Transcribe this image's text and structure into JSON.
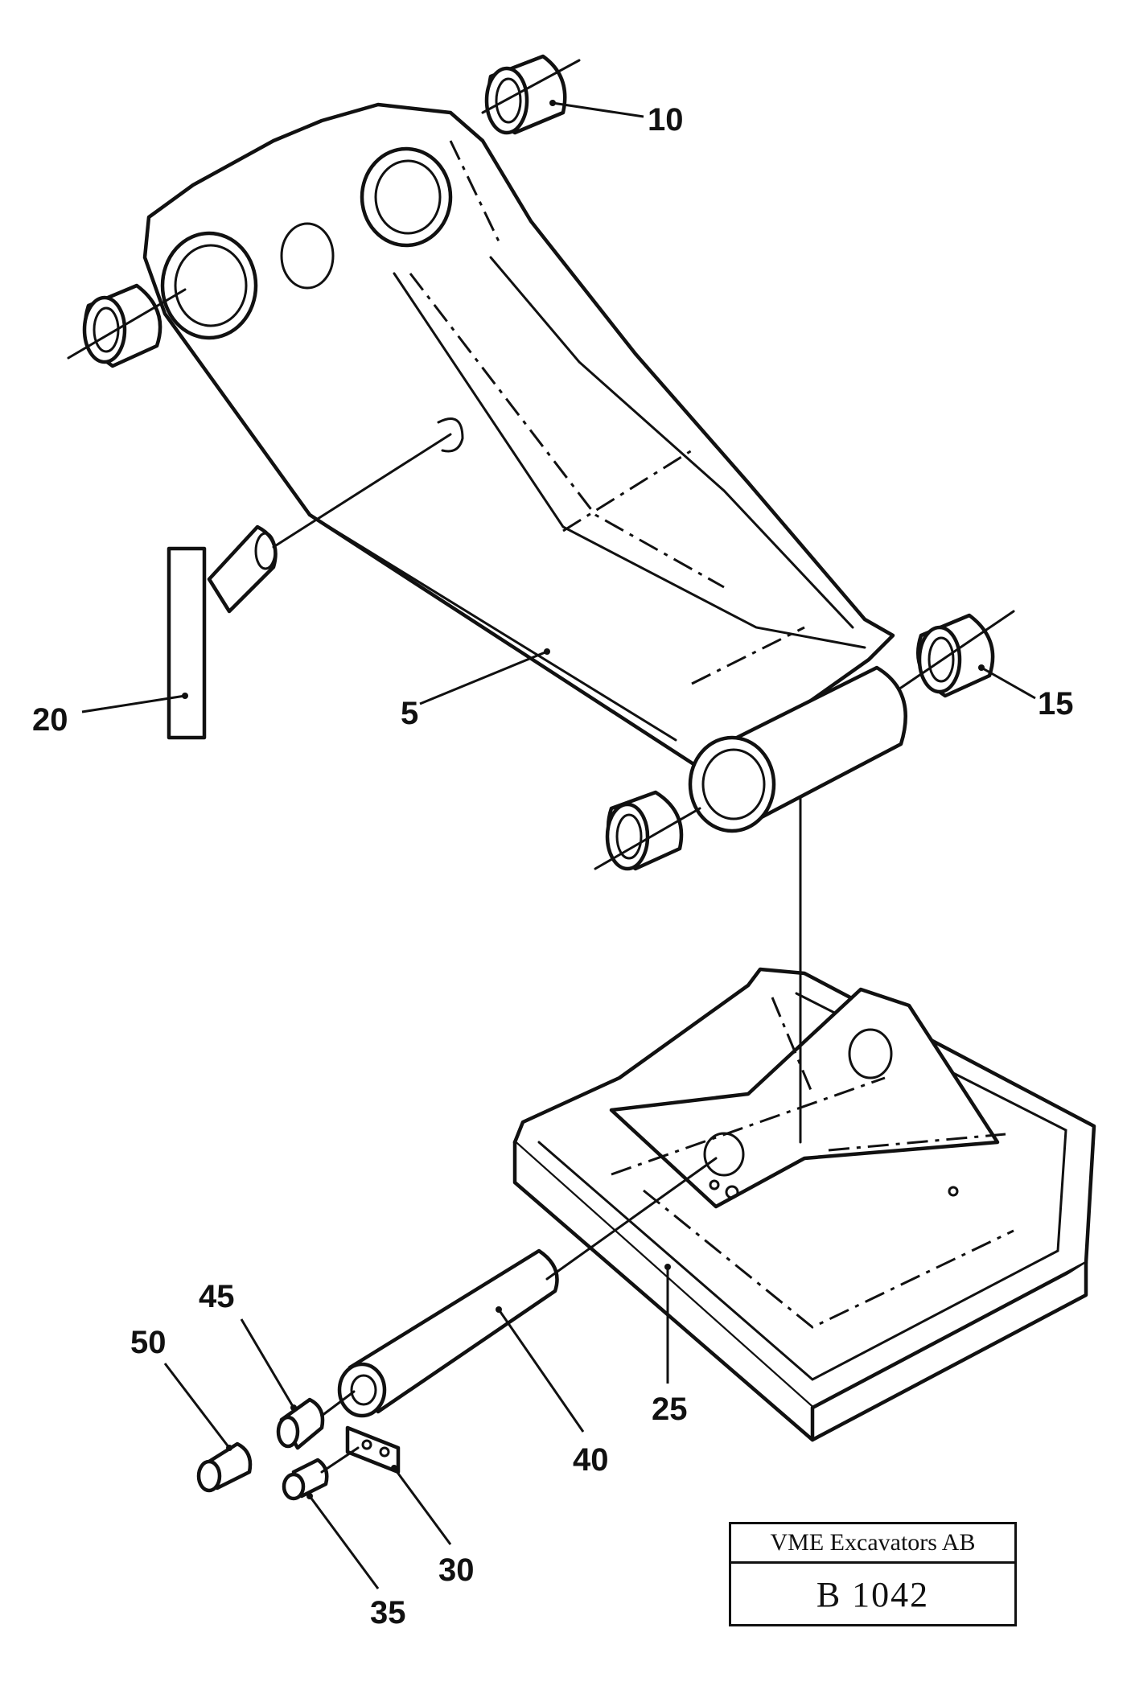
{
  "callouts": {
    "c5": "5",
    "c10": "10",
    "c15": "15",
    "c20": "20",
    "c25": "25",
    "c30": "30",
    "c35": "35",
    "c40": "40",
    "c45": "45",
    "c50": "50"
  },
  "title_block": {
    "company": "VME Excavators AB",
    "code": "B 1042"
  }
}
